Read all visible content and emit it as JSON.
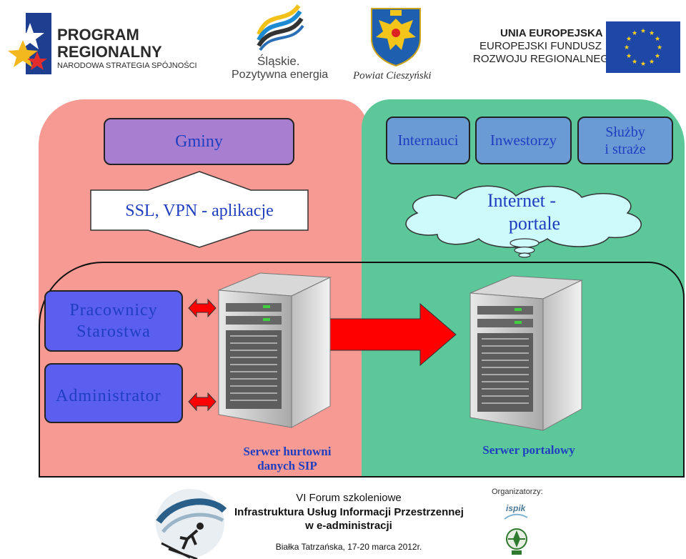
{
  "logos": {
    "program": {
      "line1": "PROGRAM",
      "line2": "REGIONALNY",
      "line3": "NARODOWA STRATEGIA SPÓJNOŚCI"
    },
    "slaskie": {
      "line1": "Śląskie.",
      "line2": "Pozytywna energia"
    },
    "powiat": {
      "label": "Powiat Cieszyński"
    },
    "ue": {
      "line1": "UNIA EUROPEJSKA",
      "line2": "EUROPEJSKI FUNDUSZ",
      "line3": "ROZWOJU REGIONALNEGO"
    }
  },
  "diagram": {
    "gminy": "Gminy",
    "ssl": "SSL, VPN - aplikacje",
    "internauci": "Internauci",
    "inwestorzy": "Inwestorzy",
    "sluzby": [
      "Służby",
      "i straże"
    ],
    "internet": [
      "Internet -",
      "portale"
    ],
    "pracownicy": [
      "Pracownicy",
      "Starostwa"
    ],
    "administrator": "Administrator",
    "serwer_sip": [
      "Serwer hurtowni",
      "danych SIP"
    ],
    "serwer_portal": "Serwer portalowy"
  },
  "footer": {
    "line1": "VI Forum szkoleniowe",
    "line2": "Infrastruktura Usług Informacji Przestrzennej",
    "line3": "w e-administracji",
    "date": "Białka Tatrzańska, 17-20 marca 2012r.",
    "organizers": "Organizatorzy:",
    "ispik": "ispik"
  },
  "colors": {
    "red_zone": "#f79a94",
    "green_zone": "#5cc89a",
    "gminy_box": "#a87fd0",
    "blue_box": "#6b9bd5",
    "user_box": "#5b5ff0",
    "cloud": "#cdfafa",
    "arrow_red": "#ff0000"
  }
}
